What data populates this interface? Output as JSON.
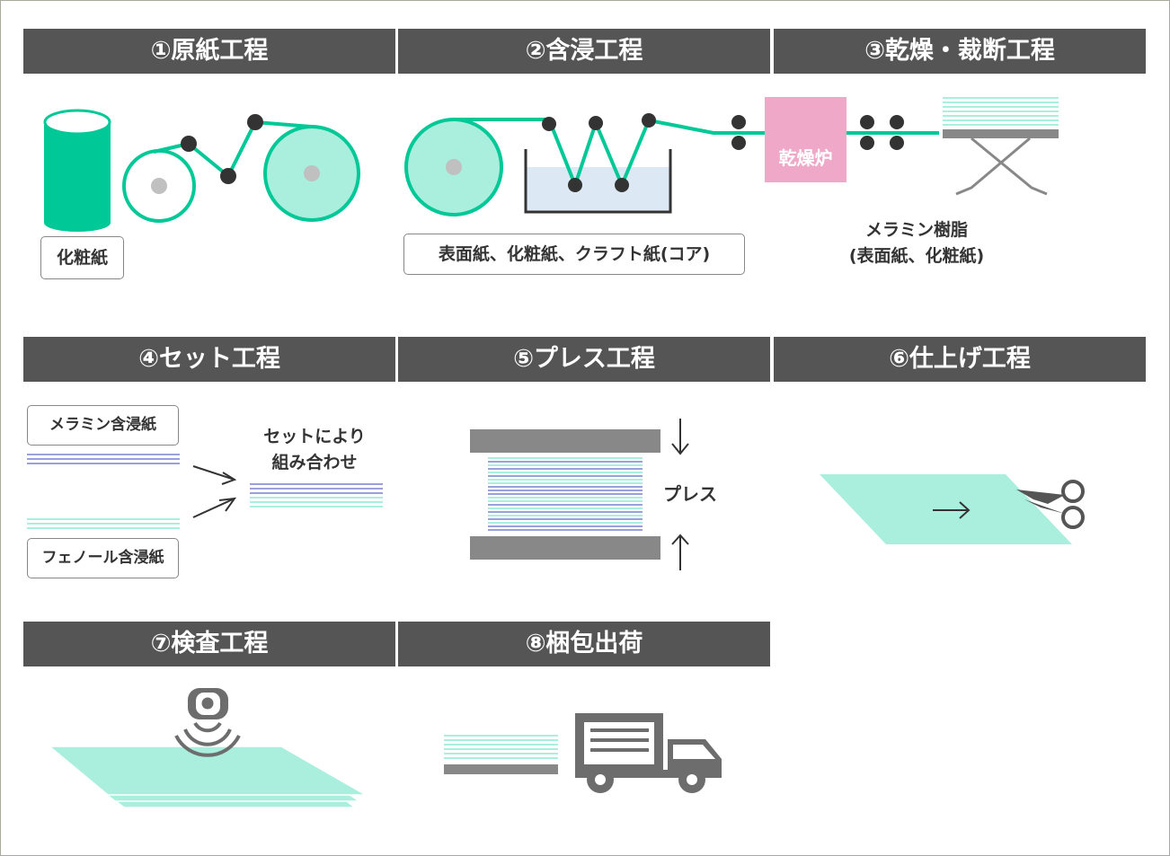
{
  "steps": {
    "s1": "①原紙工程",
    "s2": "②含浸工程",
    "s3": "③乾燥・裁断工程",
    "s4": "④セット工程",
    "s5": "⑤プレス工程",
    "s6": "⑥仕上げ工程",
    "s7": "⑦検査工程",
    "s8": "⑧梱包出荷"
  },
  "labels": {
    "decor_paper": "化粧紙",
    "paper_types": "表面紙、化粧紙、クラフト紙(コア)",
    "dryer": "乾燥炉",
    "melamine_resin_line1": "メラミン樹脂",
    "melamine_resin_line2": "(表面紙、化粧紙)",
    "melamine_paper": "メラミン含浸紙",
    "phenol_paper": "フェノール含浸紙",
    "set_combine_line1": "セットにより",
    "set_combine_line2": "組み合わせ",
    "press": "プレス"
  },
  "colors": {
    "header_bg": "#555555",
    "green": "#00c896",
    "light_green": "#aaeedd",
    "dryer_pink": "#f0a8c8",
    "gray": "#888888",
    "blue_line": "#9aa0dc",
    "tank_water": "#dde8f5"
  }
}
